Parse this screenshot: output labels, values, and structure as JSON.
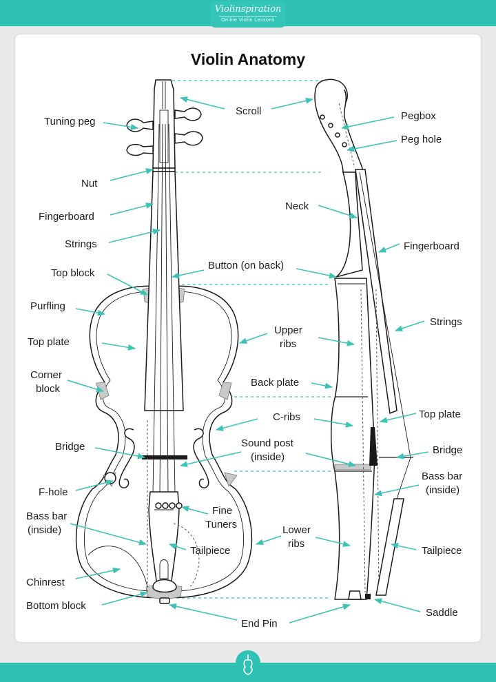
{
  "header": {
    "brand_name": "Violinspiration",
    "brand_tagline": "Online Violin Lessons"
  },
  "diagram": {
    "title": "Violin Anatomy",
    "labels": {
      "tuning_peg": "Tuning peg",
      "nut": "Nut",
      "fingerboard_front": "Fingerboard",
      "strings_front": "Strings",
      "top_block": "Top block",
      "purfling": "Purfling",
      "top_plate_front": "Top plate",
      "corner_block_1": "Corner",
      "corner_block_2": "block",
      "bridge_front": "Bridge",
      "f_hole": "F-hole",
      "bass_bar_front_1": "Bass bar",
      "bass_bar_front_2": "(inside)",
      "chinrest": "Chinrest",
      "bottom_block": "Bottom block",
      "scroll": "Scroll",
      "button": "Button (on back)",
      "upper_ribs_1": "Upper",
      "upper_ribs_2": "ribs",
      "back_plate": "Back plate",
      "c_ribs": "C-ribs",
      "sound_post_1": "Sound post",
      "sound_post_2": "(inside)",
      "fine_tuners_1": "Fine",
      "fine_tuners_2": "Tuners",
      "tailpiece_front": "Tailpiece",
      "lower_ribs_1": "Lower",
      "lower_ribs_2": "ribs",
      "end_pin": "End Pin",
      "pegbox": "Pegbox",
      "peg_hole": "Peg hole",
      "neck": "Neck",
      "fingerboard_side": "Fingerboard",
      "strings_side": "Strings",
      "top_plate_side": "Top plate",
      "bridge_side": "Bridge",
      "bass_bar_side_1": "Bass bar",
      "bass_bar_side_2": "(inside)",
      "tailpiece_side": "Tailpiece",
      "saddle": "Saddle"
    }
  },
  "colors": {
    "accent": "#2fc2b4",
    "arrow": "#3cc3b5"
  }
}
